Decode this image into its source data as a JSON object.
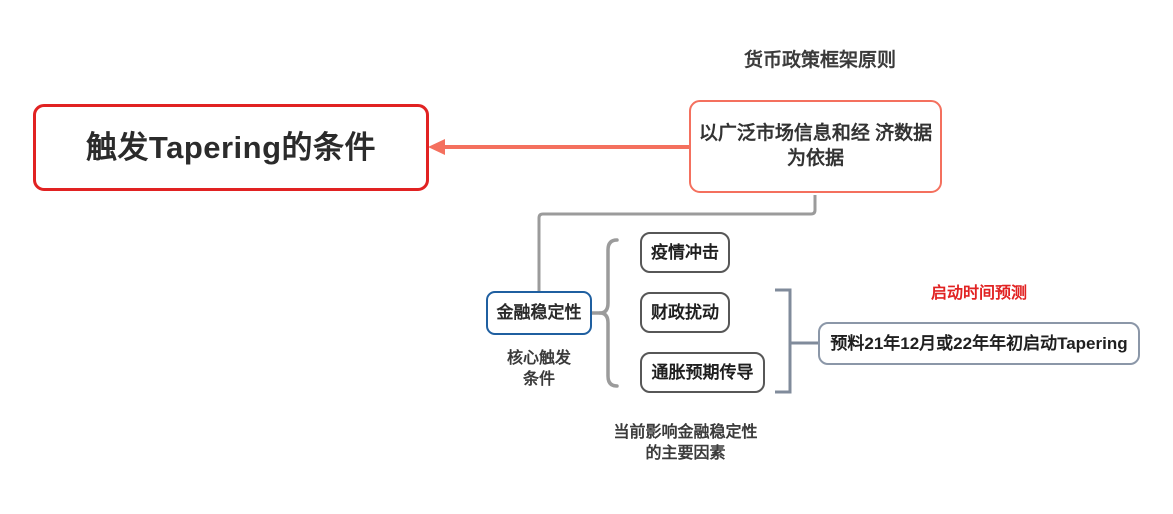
{
  "diagram": {
    "type": "mind-map",
    "title": "触发Tapering的条件",
    "background": "#ffffff",
    "colors": {
      "root_border": "#e12222",
      "principle_border": "#f4705e",
      "stability_border": "#1f5fa0",
      "factor_border": "#575757",
      "forecast_border": "#8b97a8",
      "connector_gray": "#9b9b9b",
      "connector_salmon": "#f4705e",
      "accent_red": "#e12222"
    },
    "nodes": {
      "root": {
        "text": "触发Tapering的条件"
      },
      "principle": {
        "text": "以广泛市场信息和经\n济数据为依据"
      },
      "stability": {
        "text": "金融稳定性"
      },
      "forecast": {
        "text": "预料21年12月或22年年初启动Tapering"
      }
    },
    "factors": [
      {
        "text": "疫情冲击"
      },
      {
        "text": "财政扰动"
      },
      {
        "text": "通胀预期传导"
      }
    ],
    "labels": {
      "principle_caption": "货币政策框架原则",
      "core_condition": "核心触发\n条件",
      "factors_caption": "当前影响金融稳定性\n的主要因素",
      "forecast_caption": "启动时间预测"
    }
  }
}
